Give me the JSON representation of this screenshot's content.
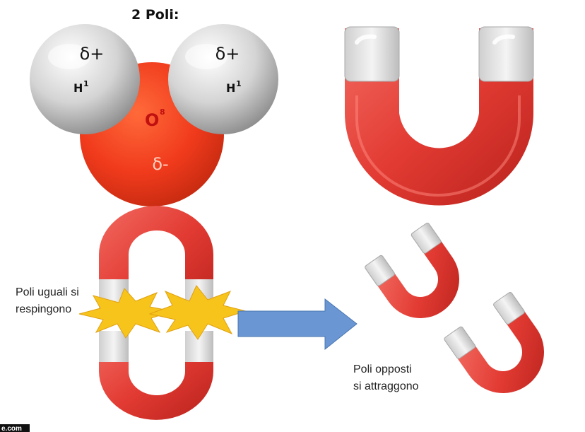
{
  "molecule": {
    "title": "2 Poli:",
    "left_hydrogen": {
      "charge": "δ+",
      "symbol": "H",
      "superscript": "1"
    },
    "right_hydrogen": {
      "charge": "δ+",
      "symbol": "H",
      "superscript": "1"
    },
    "oxygen": {
      "symbol": "O",
      "superscript": "8",
      "charge": "δ-"
    }
  },
  "labels": {
    "repel_line1": "Poli uguali si",
    "repel_line2": "respingono",
    "attract_line1": "Poli opposti",
    "attract_line2": "si attraggono",
    "watermark": "e.com"
  },
  "colors": {
    "magnet_red": "#e8453a",
    "magnet_pole": "#e6e6e6",
    "oxygen_red": "#f04020",
    "hydrogen_grey": "#c9c9c9",
    "arrow_blue": "#6a97d3",
    "spark_yellow": "#f7c41c",
    "handwriting_red": "#d01818"
  },
  "icons": [
    "water-molecule-icon",
    "horseshoe-magnet-icon",
    "spark-icon",
    "arrow-right-icon"
  ]
}
